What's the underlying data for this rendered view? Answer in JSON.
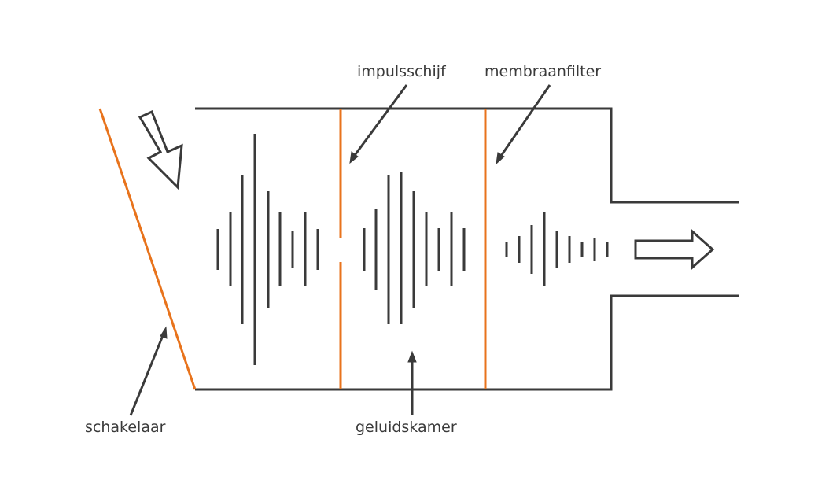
{
  "labels": {
    "impulse_disc": "impulsschijf",
    "membrane_filter": "membraanfilter",
    "switch": "schakelaar",
    "sound_chamber": "geluidskamer"
  },
  "colors": {
    "outline": "#3a3a3a",
    "accent": "#e8731c",
    "background": "#ffffff"
  },
  "icons": {
    "input_arrow": "down-right-arrow-icon",
    "output_arrow": "right-arrow-icon"
  }
}
